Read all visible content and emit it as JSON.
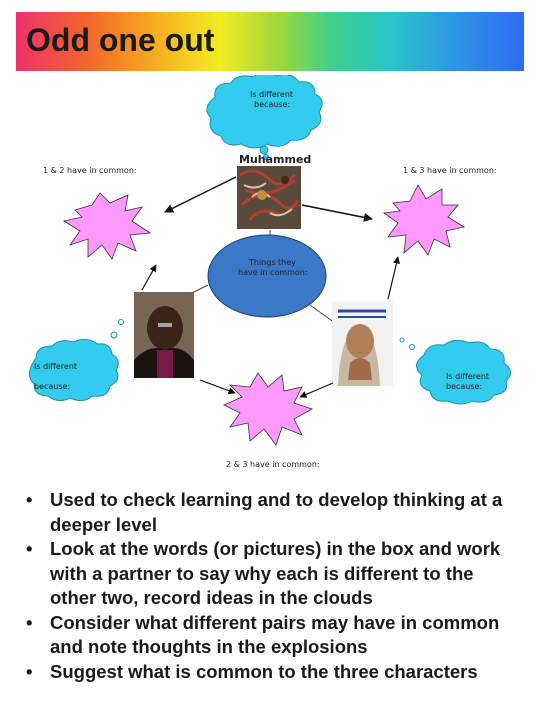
{
  "title": "Odd one out",
  "diagram": {
    "top_cloud": "Is different because:",
    "left_cloud_line1": "Is different",
    "left_cloud_line2": "because:",
    "right_cloud_line1": "Is different",
    "right_cloud_line2": "because:",
    "top_center_label": "Muhammed",
    "label_1_2": "1 & 2 have in common:",
    "label_1_3": "1 & 3 have in common:",
    "label_2_3": "2 & 3 have in common:",
    "center_line1": "Things they",
    "center_line2": "have in common:"
  },
  "bullets": [
    "Used to check learning and to develop thinking at a deeper level",
    "Look at the words (or pictures) in the box and work with a partner to say why each is different to the other two, record ideas in the clouds",
    "Consider what different pairs may have in common and note thoughts in the explosions",
    "Suggest what is common to the three characters"
  ],
  "colors": {
    "cloud": "#33ccee",
    "explosion": "#ff99ff",
    "center_ellipse": "#3a78c8"
  }
}
